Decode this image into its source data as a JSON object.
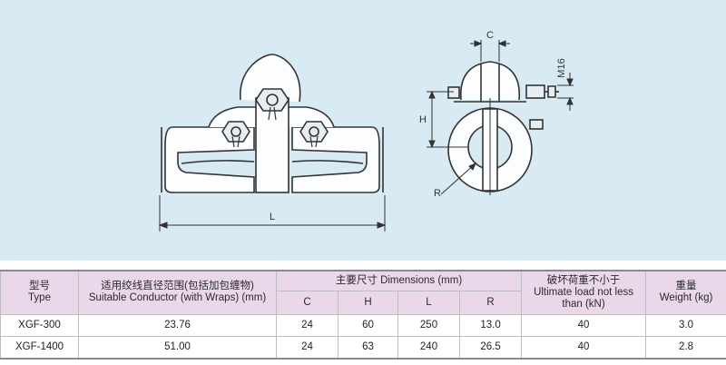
{
  "drawing": {
    "labels": {
      "C": "C",
      "M16": "M16",
      "H": "H",
      "R": "R",
      "L": "L"
    }
  },
  "table": {
    "col_model": {
      "zh": "型号",
      "en": "Type"
    },
    "col_conductor": {
      "zh": "适用绞线直径范围(包括加包缠物)",
      "en": "Suitable Conductor (with Wraps) (mm)"
    },
    "col_dimensions": {
      "label": "主要尺寸 Dimensions (mm)",
      "sub": [
        "C",
        "H",
        "L",
        "R"
      ]
    },
    "col_load": {
      "zh": "破坏荷重不小于",
      "en1": "Ultimate load not less",
      "en2": "than (kN)"
    },
    "col_weight": {
      "zh": "重量",
      "en": "Weight (kg)"
    },
    "rows": [
      {
        "type": "XGF-300",
        "conductor": "23.76",
        "C": "24",
        "H": "60",
        "L": "250",
        "R": "13.0",
        "load": "40",
        "weight": "3.0"
      },
      {
        "type": "XGF-1400",
        "conductor": "51.00",
        "C": "24",
        "H": "63",
        "L": "240",
        "R": "26.5",
        "load": "40",
        "weight": "2.8"
      }
    ]
  }
}
